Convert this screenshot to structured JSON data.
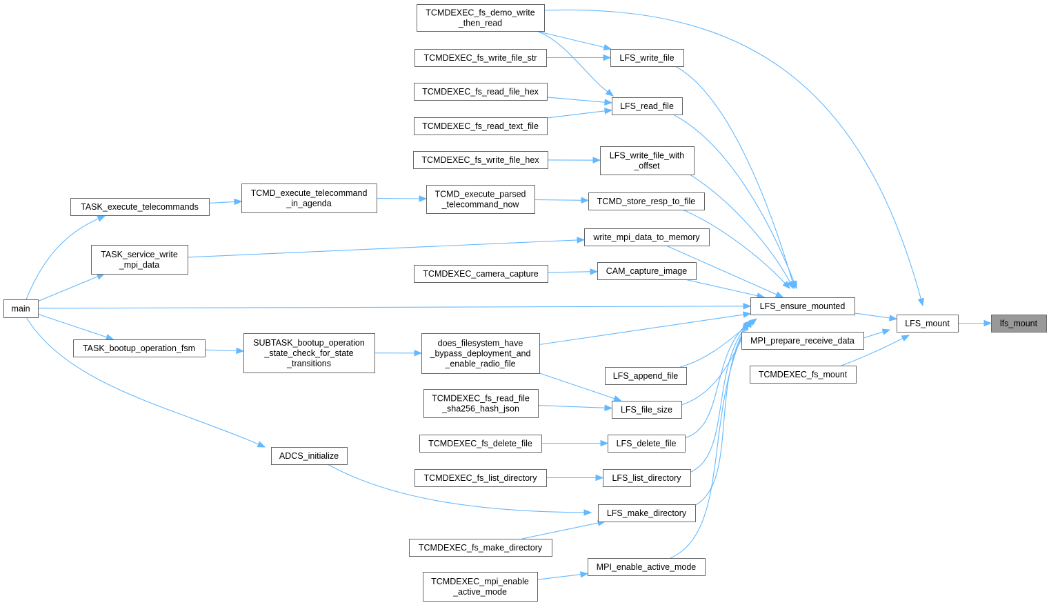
{
  "diagram": {
    "nodes": [
      {
        "id": "lfs_mount",
        "label": "lfs_mount",
        "focus": true
      },
      {
        "id": "LFS_mount",
        "label": "LFS_mount"
      },
      {
        "id": "LFS_ensure_mounted",
        "label": "LFS_ensure_mounted"
      },
      {
        "id": "MPI_prepare_receive_data",
        "label": "MPI_prepare_receive_data"
      },
      {
        "id": "TCMDEXEC_fs_mount",
        "label": "TCMDEXEC_fs_mount"
      },
      {
        "id": "TCMDEXEC_fs_demo_write_then_read",
        "label": "TCMDEXEC_fs_demo_write\n_then_read"
      },
      {
        "id": "TCMDEXEC_fs_write_file_str",
        "label": "TCMDEXEC_fs_write_file_str"
      },
      {
        "id": "TCMDEXEC_fs_read_file_hex",
        "label": "TCMDEXEC_fs_read_file_hex"
      },
      {
        "id": "TCMDEXEC_fs_read_text_file",
        "label": "TCMDEXEC_fs_read_text_file"
      },
      {
        "id": "TCMDEXEC_fs_write_file_hex",
        "label": "TCMDEXEC_fs_write_file_hex"
      },
      {
        "id": "LFS_write_file",
        "label": "LFS_write_file"
      },
      {
        "id": "LFS_read_file",
        "label": "LFS_read_file"
      },
      {
        "id": "LFS_write_file_with_offset",
        "label": "LFS_write_file_with\n_offset"
      },
      {
        "id": "TCMD_store_resp_to_file",
        "label": "TCMD_store_resp_to_file"
      },
      {
        "id": "write_mpi_data_to_memory",
        "label": "write_mpi_data_to_memory"
      },
      {
        "id": "CAM_capture_image",
        "label": "CAM_capture_image"
      },
      {
        "id": "TCMDEXEC_camera_capture",
        "label": "TCMDEXEC_camera_capture"
      },
      {
        "id": "TCMD_execute_parsed_telecommand_now",
        "label": "TCMD_execute_parsed\n_telecommand_now"
      },
      {
        "id": "TCMD_execute_telecommand_in_agenda",
        "label": "TCMD_execute_telecommand\n_in_agenda"
      },
      {
        "id": "TASK_execute_telecommands",
        "label": "TASK_execute_telecommands"
      },
      {
        "id": "TASK_service_write_mpi_data",
        "label": "TASK_service_write\n_mpi_data"
      },
      {
        "id": "main",
        "label": "main"
      },
      {
        "id": "does_filesystem_have",
        "label": "does_filesystem_have\n_bypass_deployment_and\n_enable_radio_file"
      },
      {
        "id": "SUBTASK_bootup",
        "label": "SUBTASK_bootup_operation\n_state_check_for_state\n_transitions"
      },
      {
        "id": "TASK_bootup_operation_fsm",
        "label": "TASK_bootup_operation_fsm"
      },
      {
        "id": "LFS_append_file",
        "label": "LFS_append_file"
      },
      {
        "id": "LFS_file_size",
        "label": "LFS_file_size"
      },
      {
        "id": "TCMDEXEC_fs_read_file_sha256_hash_json",
        "label": "TCMDEXEC_fs_read_file\n_sha256_hash_json"
      },
      {
        "id": "LFS_delete_file",
        "label": "LFS_delete_file"
      },
      {
        "id": "TCMDEXEC_fs_delete_file",
        "label": "TCMDEXEC_fs_delete_file"
      },
      {
        "id": "LFS_list_directory",
        "label": "LFS_list_directory"
      },
      {
        "id": "TCMDEXEC_fs_list_directory",
        "label": "TCMDEXEC_fs_list_directory"
      },
      {
        "id": "LFS_make_directory",
        "label": "LFS_make_directory"
      },
      {
        "id": "ADCS_initialize",
        "label": "ADCS_initialize"
      },
      {
        "id": "TCMDEXEC_fs_make_directory",
        "label": "TCMDEXEC_fs_make_directory"
      },
      {
        "id": "MPI_enable_active_mode",
        "label": "MPI_enable_active_mode"
      },
      {
        "id": "TCMDEXEC_mpi_enable_active_mode",
        "label": "TCMDEXEC_mpi_enable\n_active_mode"
      }
    ],
    "edges": [
      {
        "from": "LFS_mount",
        "to": "lfs_mount"
      },
      {
        "from": "LFS_ensure_mounted",
        "to": "LFS_mount"
      },
      {
        "from": "MPI_prepare_receive_data",
        "to": "LFS_mount"
      },
      {
        "from": "TCMDEXEC_fs_mount",
        "to": "LFS_mount"
      },
      {
        "from": "TCMDEXEC_fs_demo_write_then_read",
        "to": "LFS_mount"
      },
      {
        "from": "TCMDEXEC_fs_demo_write_then_read",
        "to": "LFS_write_file"
      },
      {
        "from": "TCMDEXEC_fs_demo_write_then_read",
        "to": "LFS_read_file"
      },
      {
        "from": "TCMDEXEC_fs_write_file_str",
        "to": "LFS_write_file"
      },
      {
        "from": "TCMDEXEC_fs_read_file_hex",
        "to": "LFS_read_file"
      },
      {
        "from": "TCMDEXEC_fs_read_text_file",
        "to": "LFS_read_file"
      },
      {
        "from": "TCMDEXEC_fs_write_file_hex",
        "to": "LFS_write_file_with_offset"
      },
      {
        "from": "LFS_write_file",
        "to": "LFS_ensure_mounted"
      },
      {
        "from": "LFS_read_file",
        "to": "LFS_ensure_mounted"
      },
      {
        "from": "LFS_write_file_with_offset",
        "to": "LFS_ensure_mounted"
      },
      {
        "from": "TCMD_store_resp_to_file",
        "to": "LFS_ensure_mounted"
      },
      {
        "from": "write_mpi_data_to_memory",
        "to": "LFS_ensure_mounted"
      },
      {
        "from": "CAM_capture_image",
        "to": "LFS_ensure_mounted"
      },
      {
        "from": "TCMDEXEC_camera_capture",
        "to": "CAM_capture_image"
      },
      {
        "from": "TCMD_execute_parsed_telecommand_now",
        "to": "TCMD_store_resp_to_file"
      },
      {
        "from": "TCMD_execute_telecommand_in_agenda",
        "to": "TCMD_execute_parsed_telecommand_now"
      },
      {
        "from": "TASK_execute_telecommands",
        "to": "TCMD_execute_telecommand_in_agenda"
      },
      {
        "from": "TASK_service_write_mpi_data",
        "to": "write_mpi_data_to_memory"
      },
      {
        "from": "main",
        "to": "TASK_execute_telecommands"
      },
      {
        "from": "main",
        "to": "TASK_service_write_mpi_data"
      },
      {
        "from": "main",
        "to": "LFS_ensure_mounted"
      },
      {
        "from": "main",
        "to": "TASK_bootup_operation_fsm"
      },
      {
        "from": "main",
        "to": "ADCS_initialize"
      },
      {
        "from": "TASK_bootup_operation_fsm",
        "to": "SUBTASK_bootup"
      },
      {
        "from": "SUBTASK_bootup",
        "to": "does_filesystem_have"
      },
      {
        "from": "does_filesystem_have",
        "to": "LFS_ensure_mounted"
      },
      {
        "from": "does_filesystem_have",
        "to": "LFS_file_size"
      },
      {
        "from": "LFS_append_file",
        "to": "LFS_ensure_mounted"
      },
      {
        "from": "LFS_file_size",
        "to": "LFS_ensure_mounted"
      },
      {
        "from": "TCMDEXEC_fs_read_file_sha256_hash_json",
        "to": "LFS_file_size"
      },
      {
        "from": "LFS_delete_file",
        "to": "LFS_ensure_mounted"
      },
      {
        "from": "TCMDEXEC_fs_delete_file",
        "to": "LFS_delete_file"
      },
      {
        "from": "LFS_list_directory",
        "to": "LFS_ensure_mounted"
      },
      {
        "from": "TCMDEXEC_fs_list_directory",
        "to": "LFS_list_directory"
      },
      {
        "from": "LFS_make_directory",
        "to": "LFS_ensure_mounted"
      },
      {
        "from": "ADCS_initialize",
        "to": "LFS_make_directory"
      },
      {
        "from": "TCMDEXEC_fs_make_directory",
        "to": "LFS_make_directory"
      },
      {
        "from": "MPI_enable_active_mode",
        "to": "LFS_ensure_mounted"
      },
      {
        "from": "TCMDEXEC_mpi_enable_active_mode",
        "to": "MPI_enable_active_mode"
      }
    ],
    "colors": {
      "edge": "#63b8ff",
      "node_border": "#666666",
      "node_fill": "#ffffff",
      "focus_fill": "#999999",
      "text": "#000000"
    }
  }
}
